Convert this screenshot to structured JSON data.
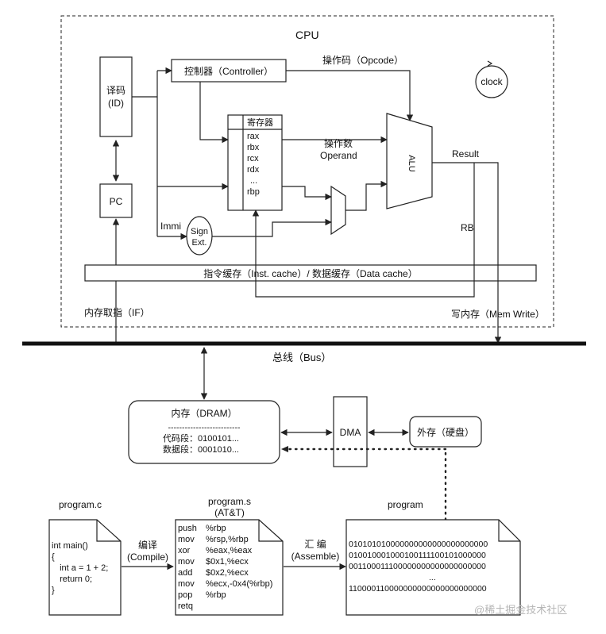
{
  "cpu": {
    "title": "CPU",
    "decoder": [
      "译码",
      "(ID)"
    ],
    "controller": "控制器（Controller）",
    "opcode_label": "操作码（Opcode）",
    "clock": "clock",
    "registers": {
      "header": "寄存器",
      "items": [
        "rax",
        "rbx",
        "rcx",
        "rdx",
        "...",
        "rbp"
      ]
    },
    "operand_label": [
      "操作数",
      "Operand"
    ],
    "alu": "ALU",
    "result_label": "Result",
    "pc": "PC",
    "immi_label": "Immi",
    "sign_ext": [
      "Sign",
      "Ext."
    ],
    "rb_label": "RB",
    "cache": "指令缓存（Inst. cache）/ 数据缓存（Data cache）",
    "fetch_label": "内存取指（IF）",
    "mem_write_label": "写内存（Mem Write）"
  },
  "bus": {
    "label": "总线（Bus）"
  },
  "dram": {
    "title": "内存（DRAM）",
    "separator": "--------------------------",
    "code_segment": "代码段：0100101...",
    "data_segment": "数据段：0001010..."
  },
  "dma": "DMA",
  "storage": "外存（硬盘）",
  "source_file": {
    "title": "program.c",
    "lines": [
      "int main()",
      "{",
      "  int a = 1 + 2;",
      "  return 0;",
      "}"
    ]
  },
  "compile": [
    "编译",
    "(Compile)"
  ],
  "asm_file": {
    "title": [
      "program.s",
      "(AT&T)"
    ],
    "lines": [
      [
        "push",
        "%rbp"
      ],
      [
        "mov",
        "%rsp,%rbp"
      ],
      [
        "xor",
        "%eax,%eax"
      ],
      [
        "mov",
        "$0x1,%ecx"
      ],
      [
        "add",
        "$0x2,%ecx"
      ],
      [
        "mov",
        "%ecx,-0x4(%rbp)"
      ],
      [
        "pop",
        "%rbp"
      ],
      [
        "retq",
        ""
      ]
    ]
  },
  "assemble": [
    "汇 编",
    "(Assemble)"
  ],
  "binary_file": {
    "title": "program",
    "lines": [
      "010101010000000000000000000000",
      "010010001000100111100101000000",
      "001100011100000000000000000000",
      "...",
      "110000110000000000000000000000"
    ]
  },
  "watermark": "@稀土掘金技术社区"
}
